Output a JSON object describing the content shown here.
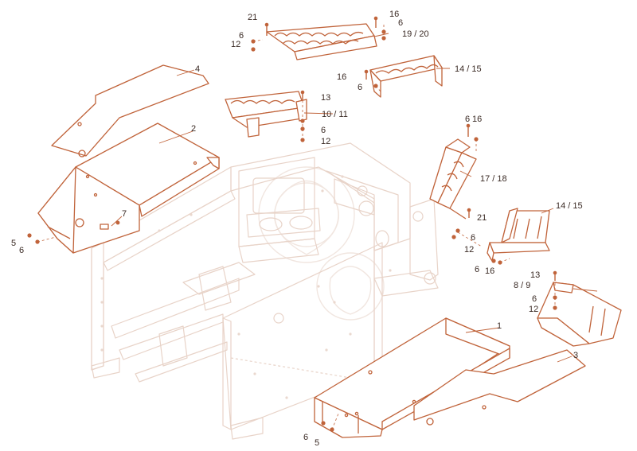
{
  "colors": {
    "part": "#c0633a",
    "frame": "#e8d3c8",
    "text": "#3a2a24",
    "background": "#ffffff"
  },
  "callouts": {
    "c1": "1",
    "c2": "2",
    "c3": "3",
    "c4": "4",
    "c5a": "5",
    "c5b": "5",
    "c6a": "6",
    "c6b": "6",
    "c6c": "6",
    "c6d": "6",
    "c6e": "6",
    "c6f": "6",
    "c6g": "6",
    "c6h": "6",
    "c6i": "6",
    "c6j": "6",
    "c7": "7",
    "c89": "8 / 9",
    "c1011": "10 / 11",
    "c12a": "12",
    "c12b": "12",
    "c12c": "12",
    "c12d": "12",
    "c13a": "13",
    "c13b": "13",
    "c1415a": "14 / 15",
    "c1415b": "14 / 15",
    "c16a": "16",
    "c16b": "16",
    "c16c": "16",
    "c16d": "16",
    "c1718": "17 / 18",
    "c1920": "19 / 20",
    "c21a": "21",
    "c21b": "21"
  }
}
